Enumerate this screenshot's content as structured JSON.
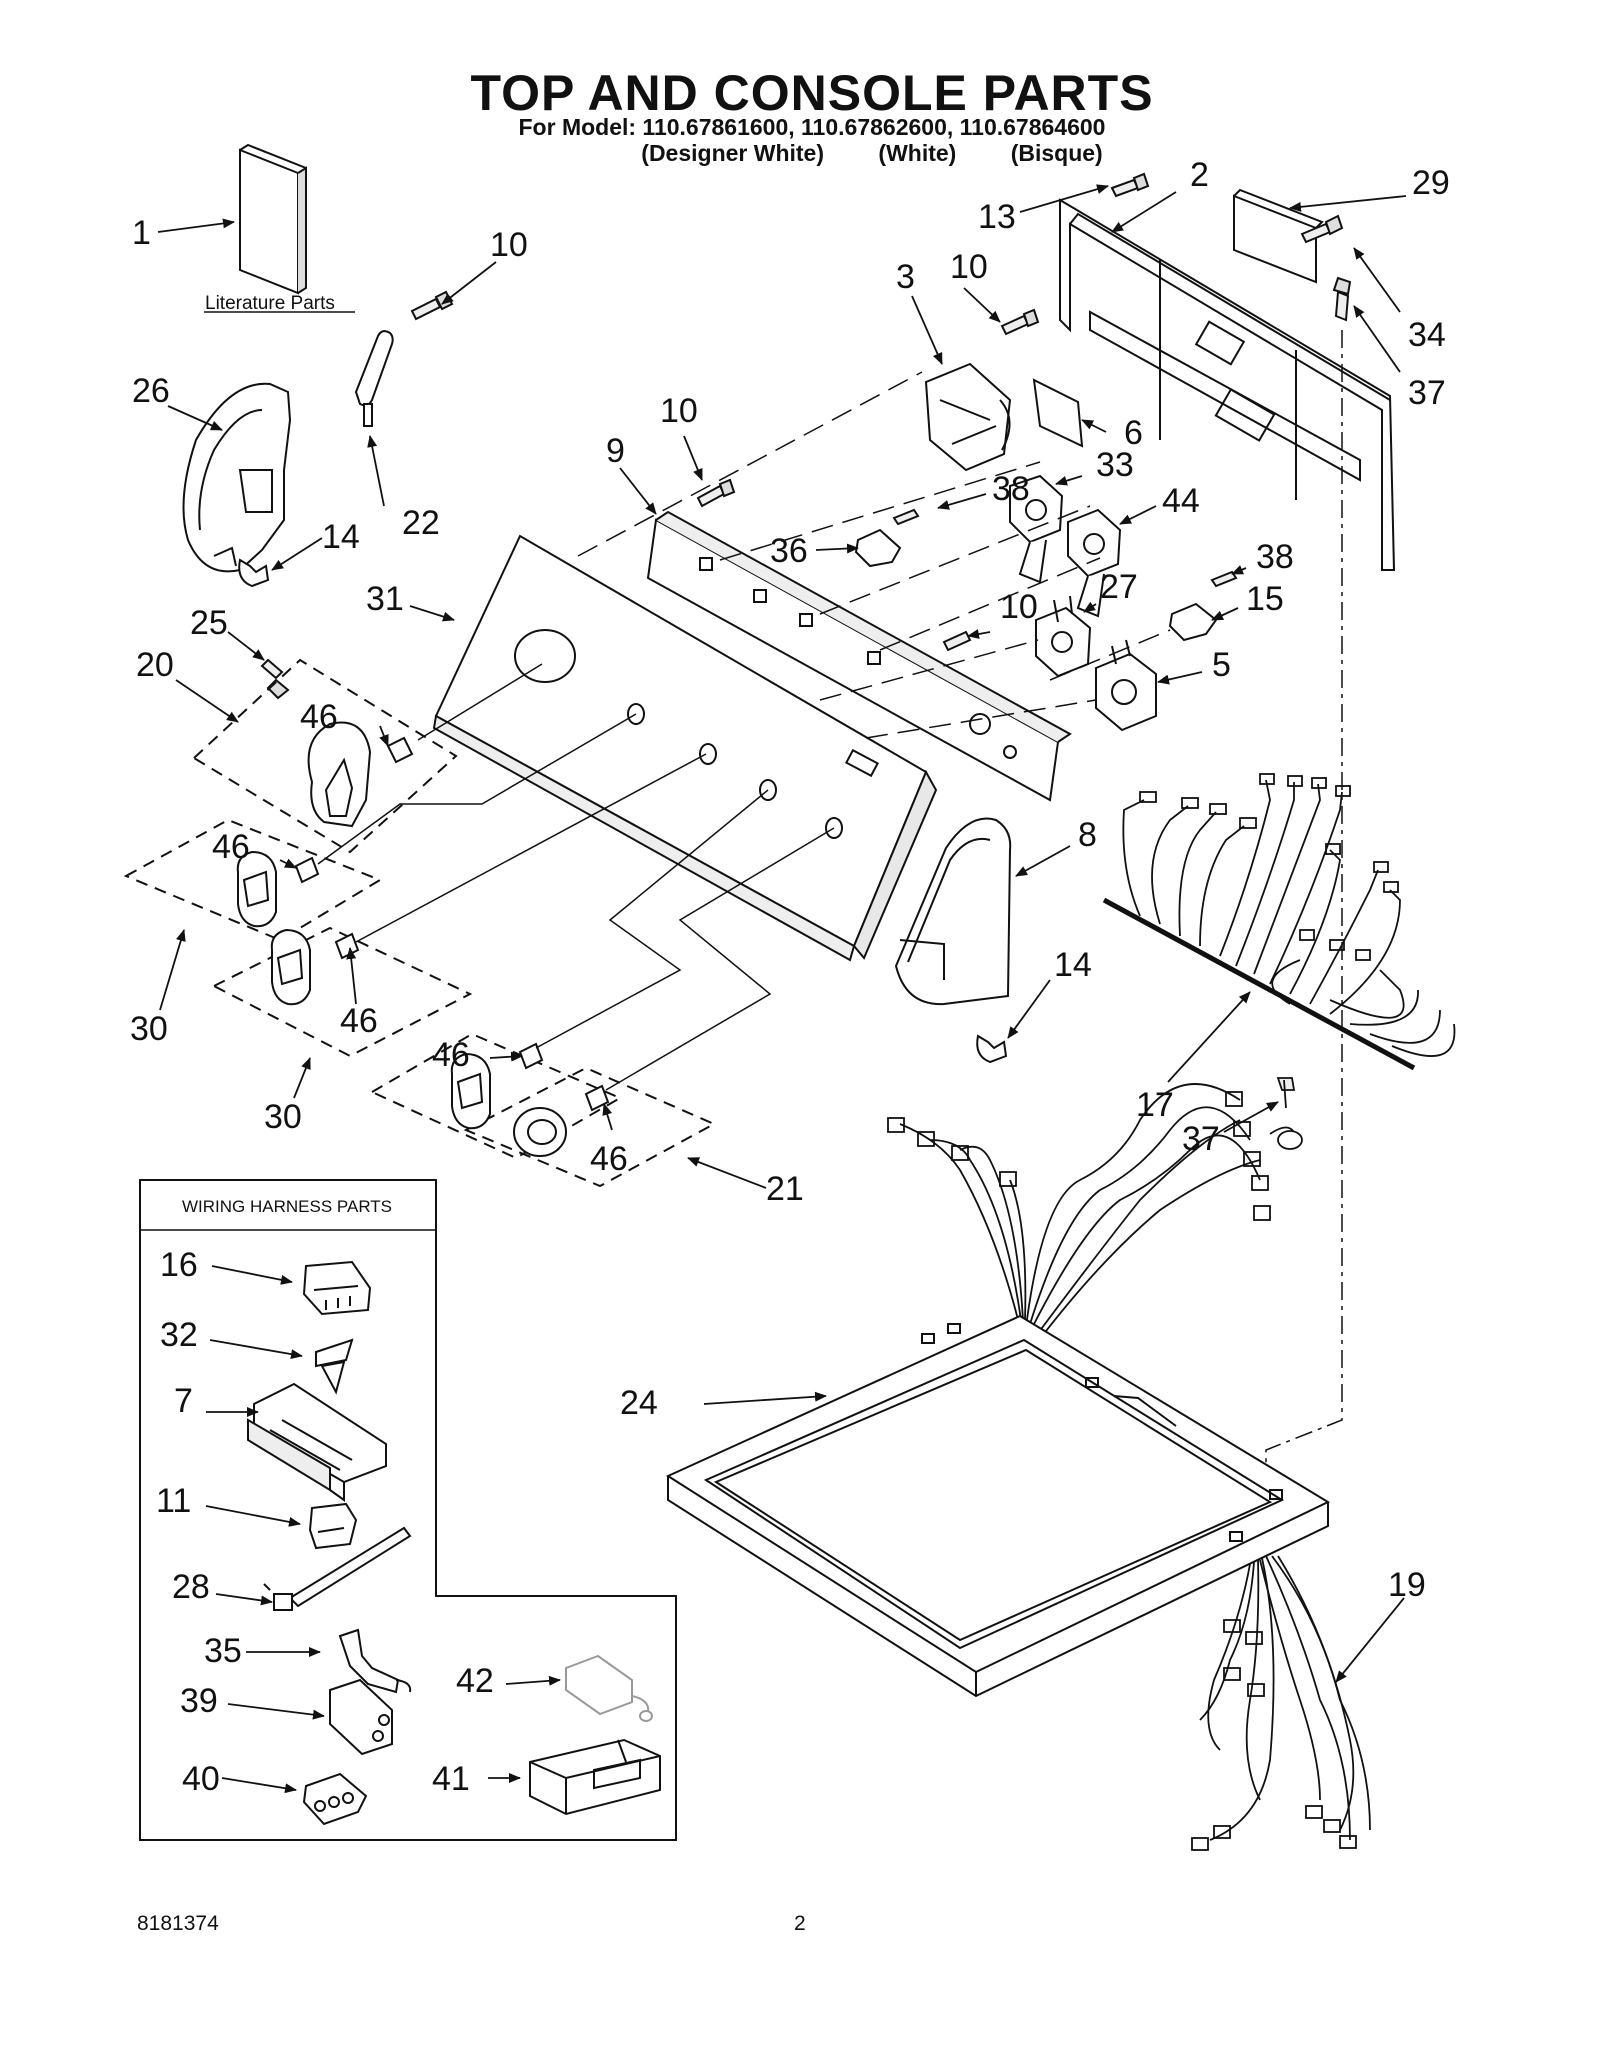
{
  "title": "TOP AND CONSOLE PARTS",
  "model_line": "For Model: 110.67861600, 110.67862600, 110.67864600",
  "colors": [
    "(Designer White)",
    "(White)",
    "(Bisque)"
  ],
  "literature_label": "Literature Parts",
  "wiring_box_title": "WIRING HARNESS PARTS",
  "footer": {
    "doc_number": "8181374",
    "page": "2"
  },
  "callouts": {
    "c1": "1",
    "c10a": "10",
    "c26": "26",
    "c22": "22",
    "c14a": "14",
    "c25": "25",
    "c20": "20",
    "c46a": "46",
    "c31": "31",
    "c9": "9",
    "c10b": "10",
    "c3": "3",
    "c10c": "10",
    "c13": "13",
    "c2": "2",
    "c29": "29",
    "c34": "34",
    "c37a": "37",
    "c6": "6",
    "c33": "33",
    "c38a": "38",
    "c36": "36",
    "c44": "44",
    "c38b": "38",
    "c15": "15",
    "c27": "27",
    "c10d": "10",
    "c5": "5",
    "c8": "8",
    "c14b": "14",
    "c46b": "46",
    "c30a": "30",
    "c46c": "46",
    "c30b": "30",
    "c46d": "46",
    "c46e": "46",
    "c21": "21",
    "c17": "17",
    "c37b": "37",
    "c24": "24",
    "c19": "19",
    "w16": "16",
    "w32": "32",
    "w7": "7",
    "w11": "11",
    "w28": "28",
    "w35": "35",
    "w39": "39",
    "w40": "40",
    "w42": "42",
    "w41": "41"
  }
}
